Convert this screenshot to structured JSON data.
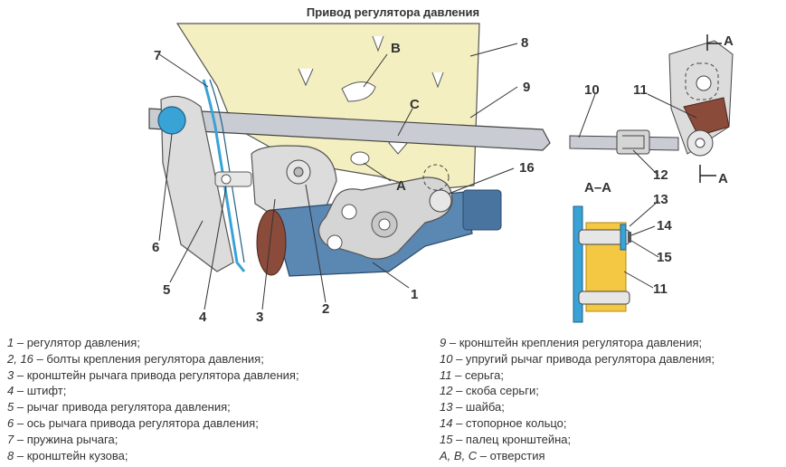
{
  "title": "Привод регулятора давления",
  "callouts": {
    "c1": "1",
    "c2": "2",
    "c3": "3",
    "c4": "4",
    "c5": "5",
    "c6": "6",
    "c7": "7",
    "c8": "8",
    "c9": "9",
    "c10": "10",
    "c11a": "11",
    "c11b": "11",
    "c12": "12",
    "c13": "13",
    "c14": "14",
    "c15": "15",
    "c16": "16",
    "hole_a": "A",
    "hole_b": "B",
    "hole_c": "C",
    "section_top": "A",
    "section_bottom": "A",
    "section_title": "А–А"
  },
  "legend_left": [
    {
      "num": "1",
      "text": " – регулятор давления;"
    },
    {
      "num": "2, 16",
      "text": " – болты крепления регулятора давления;"
    },
    {
      "num": "3",
      "text": " – кронштейн рычага привода регулятора давления;"
    },
    {
      "num": "4",
      "text": " – штифт;"
    },
    {
      "num": "5",
      "text": " – рычаг привода регулятора давления;"
    },
    {
      "num": "6",
      "text": " – ось рычага привода регулятора давления;"
    },
    {
      "num": "7",
      "text": " – пружина рычага;"
    },
    {
      "num": "8",
      "text": " – кронштейн кузова;"
    }
  ],
  "legend_right": [
    {
      "num": "9",
      "text": " – кронштейн крепления регулятора давления;"
    },
    {
      "num": "10",
      "text": " – упругий рычаг привода регулятора давления;"
    },
    {
      "num": "11",
      "text": " – серьга;"
    },
    {
      "num": "12",
      "text": " – скоба серьги;"
    },
    {
      "num": "13",
      "text": " – шайба;"
    },
    {
      "num": "14",
      "text": " – стопорное кольцо;"
    },
    {
      "num": "15",
      "text": " – палец кронштейна;"
    },
    {
      "num": "A, B, C",
      "text": " – отверстия"
    }
  ],
  "colors": {
    "body_bracket": "#f4efc0",
    "regulator": "#5b87b3",
    "lever": "#d9d9d9",
    "brown_part": "#8b4b3a",
    "earring_yellow": "#f4c842",
    "accent_blue": "#3aa3d6",
    "outline": "#333333"
  }
}
